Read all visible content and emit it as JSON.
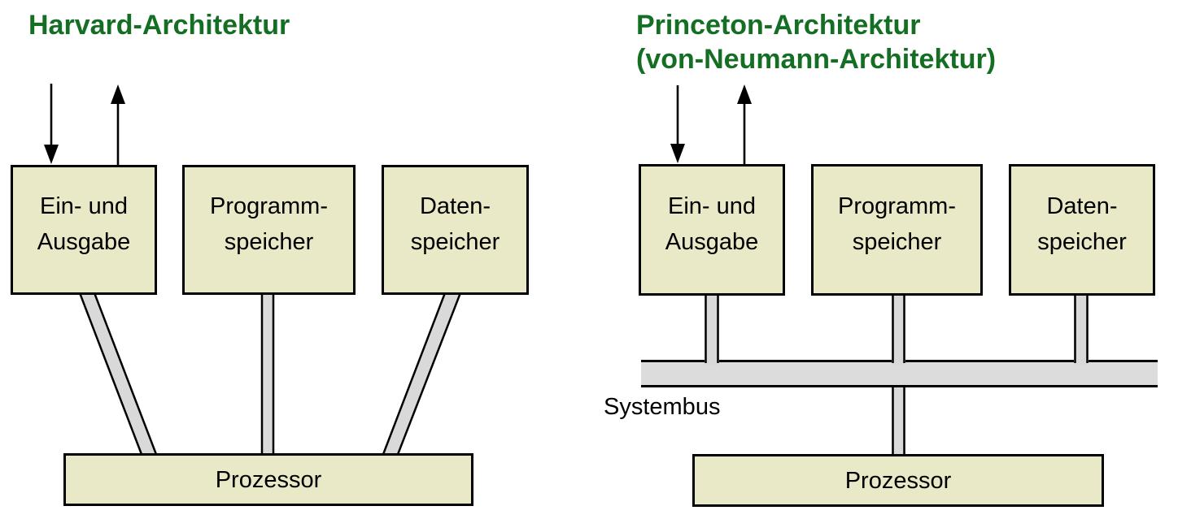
{
  "harvard": {
    "title": "Harvard-Architektur",
    "io_box": {
      "line1": "Ein- und",
      "line2": "Ausgabe"
    },
    "program_box": {
      "line1": "Programm-",
      "line2": "speicher"
    },
    "data_box": {
      "line1": "Daten-",
      "line2": "speicher"
    },
    "processor_box": "Prozessor"
  },
  "princeton": {
    "title_line1": "Princeton-Architektur",
    "title_line2": "(von-Neumann-Architektur)",
    "io_box": {
      "line1": "Ein- und",
      "line2": "Ausgabe"
    },
    "program_box": {
      "line1": "Programm-",
      "line2": "speicher"
    },
    "data_box": {
      "line1": "Daten-",
      "line2": "speicher"
    },
    "processor_box": "Prozessor",
    "bus_label": "Systembus"
  },
  "colors": {
    "title_green": "#146e23",
    "box_fill": "#e9e9c8",
    "connector_fill": "#d9d9d9",
    "bus_fill": "#dcdcdc",
    "outline": "#000000"
  }
}
